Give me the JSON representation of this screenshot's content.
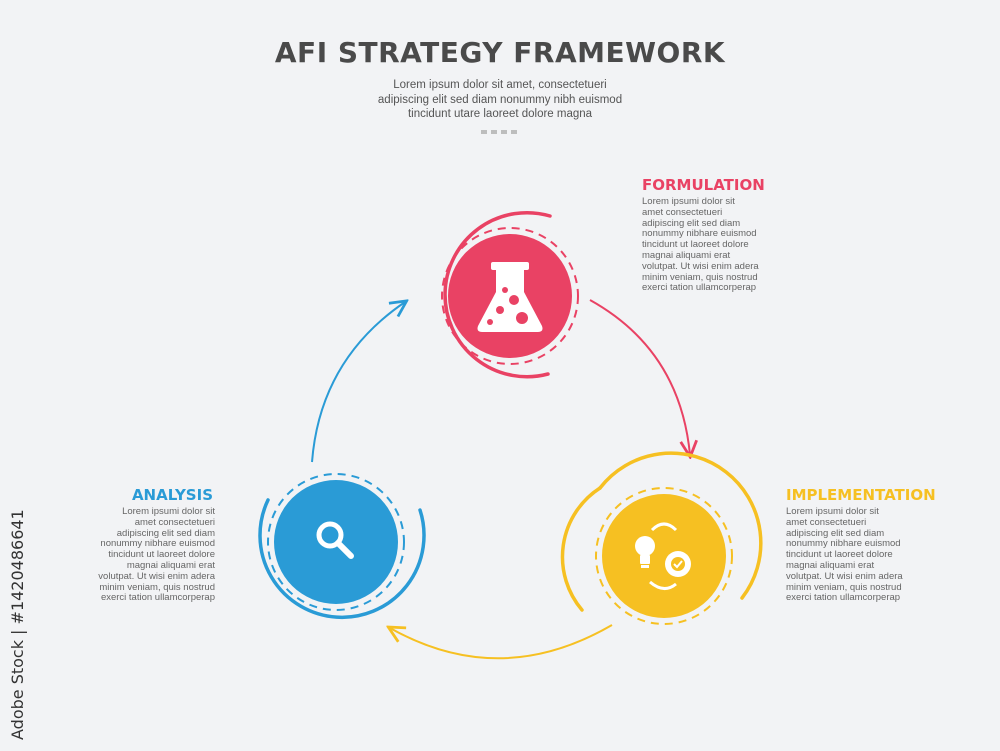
{
  "title": "AFI STRATEGY FRAMEWORK",
  "subtitle": [
    "Lorem ipsum dolor sit amet, consectetueri",
    "adipiscing elit sed diam nonummy nibh euismod",
    "tincidunt utare laoreet dolore magna"
  ],
  "stages": {
    "formulation": {
      "heading": "FORMULATION",
      "color": "#e94264",
      "icon": "flask-icon",
      "body": [
        "Lorem ipsumi dolor sit",
        "amet consectetueri",
        "adipiscing elit sed diam",
        "nonummy nibhare euismod",
        "tincidunt ut laoreet dolore",
        "magnai aliquami erat",
        "volutpat. Ut wisi enim adera",
        "minim veniam, quis nostrud",
        "exerci tation ullamcorperap"
      ]
    },
    "analysis": {
      "heading": "ANALYSIS",
      "color": "#2a9bd6",
      "icon": "magnifier-icon",
      "body": [
        "Lorem ipsumi dolor sit",
        "amet consectetueri",
        "adipiscing elit sed diam",
        "nonummy nibhare euismod",
        "tincidunt ut laoreet dolore",
        "magnai aliquami erat",
        "volutpat. Ut wisi enim adera",
        "minim veniam, quis nostrud",
        "exerci tation ullamcorperap"
      ]
    },
    "implementation": {
      "heading": "IMPLEMENTATION",
      "color": "#f6c022",
      "icon": "lightbulb-gear-icon",
      "body": [
        "Lorem ipsumi dolor sit",
        "amet consectetueri",
        "adipiscing elit sed diam",
        "nonummy nibhare euismod",
        "tincidunt ut laoreet dolore",
        "magnai aliquami erat",
        "volutpat. Ut wisi enim adera",
        "minim veniam, quis nostrud",
        "exerci tation ullamcorperap"
      ]
    }
  },
  "watermark": "Adobe Stock | #1420486641"
}
